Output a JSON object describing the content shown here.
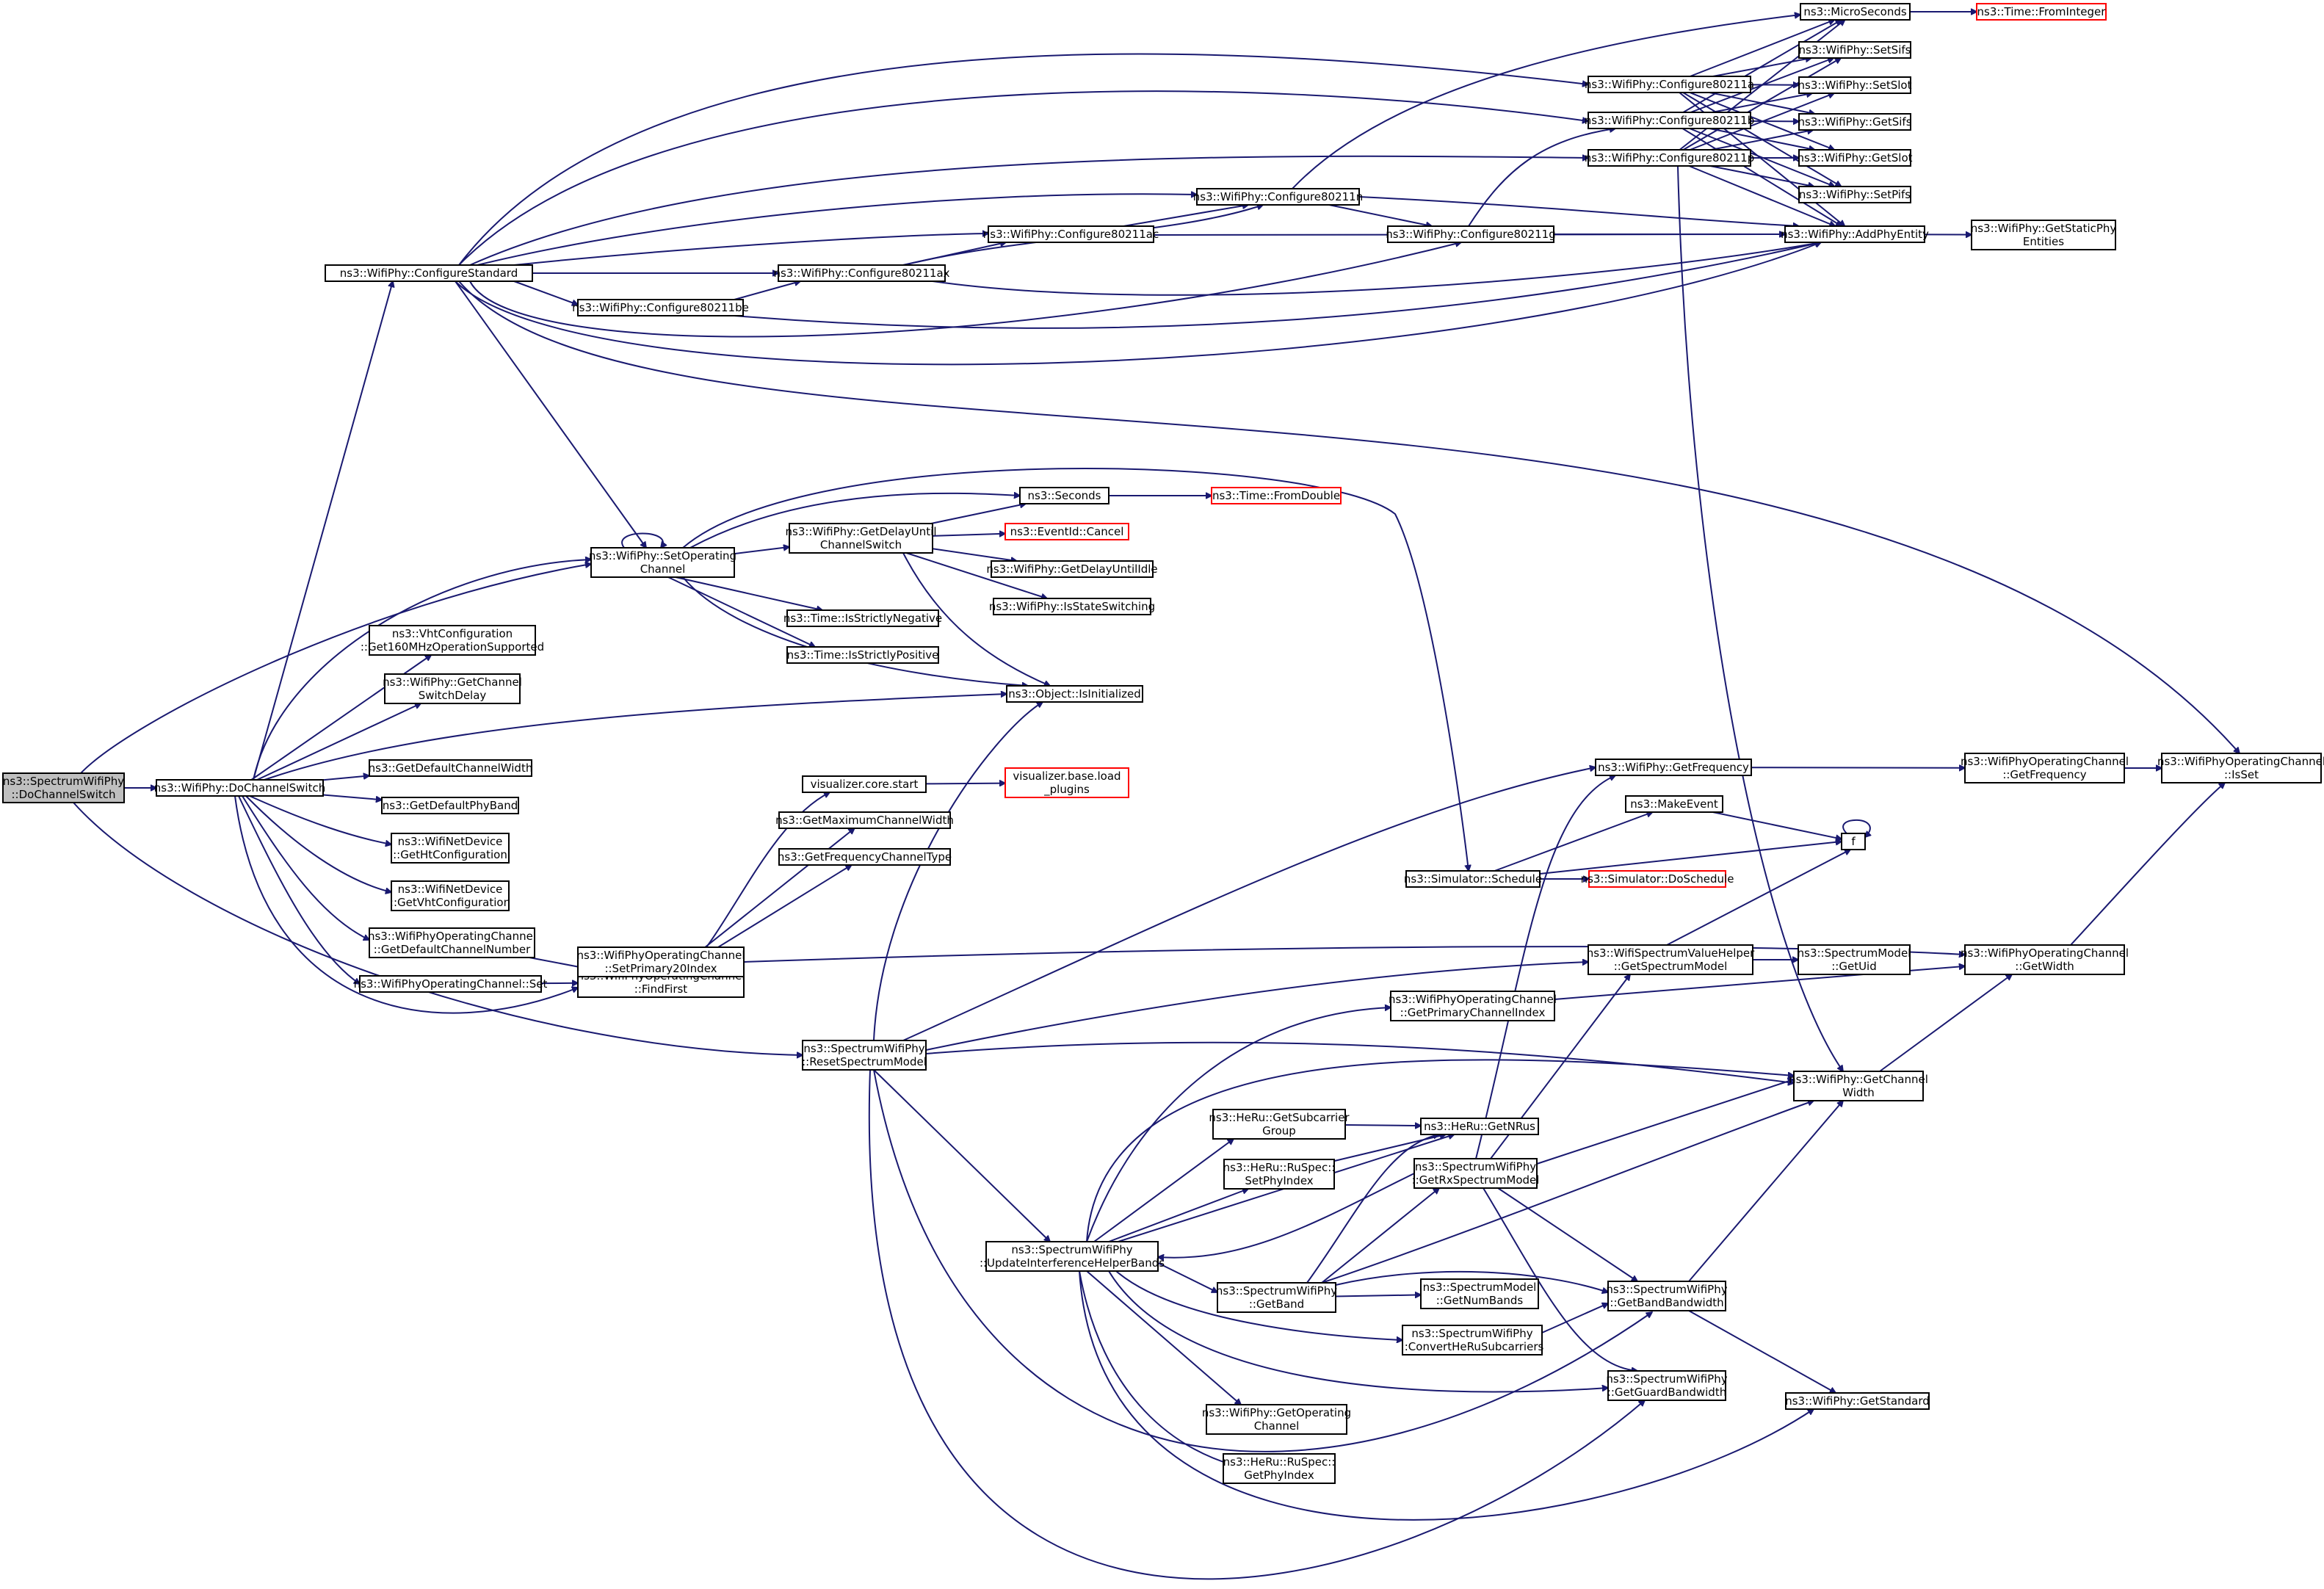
{
  "colors": {
    "edge": "#191970",
    "node_border": "#000000",
    "red_border": "#ff0000",
    "root_fill": "#bfbfbf"
  },
  "nodes": [
    {
      "id": "root",
      "lines": [
        "ns3::SpectrumWifiPhy",
        "::DoChannelSwitch"
      ],
      "style": "root"
    },
    {
      "id": "dochsw",
      "lines": [
        "ns3::WifiPhy::DoChannelSwitch"
      ]
    },
    {
      "id": "cfgstd",
      "lines": [
        "ns3::WifiPhy::ConfigureStandard"
      ]
    },
    {
      "id": "setop",
      "lines": [
        "ns3::WifiPhy::SetOperating",
        "Channel"
      ]
    },
    {
      "id": "vht160",
      "lines": [
        "ns3::VhtConfiguration",
        "::Get160MHzOperationSupported"
      ]
    },
    {
      "id": "getchsw",
      "lines": [
        "ns3::WifiPhy::GetChannel",
        "SwitchDelay"
      ]
    },
    {
      "id": "defcw",
      "lines": [
        "ns3::GetDefaultChannelWidth"
      ]
    },
    {
      "id": "defband",
      "lines": [
        "ns3::GetDefaultPhyBand"
      ]
    },
    {
      "id": "getht",
      "lines": [
        "ns3::WifiNetDevice",
        "::GetHtConfiguration"
      ]
    },
    {
      "id": "getvht",
      "lines": [
        "ns3::WifiNetDevice",
        "::GetVhtConfiguration"
      ]
    },
    {
      "id": "getdefchnum",
      "lines": [
        "ns3::WifiPhyOperatingChannel",
        "::GetDefaultChannelNumber"
      ]
    },
    {
      "id": "opchset",
      "lines": [
        "ns3::WifiPhyOperatingChannel::Set"
      ]
    },
    {
      "id": "findfirst",
      "lines": [
        "ns3::WifiPhyOperatingChannel",
        "::FindFirst"
      ]
    },
    {
      "id": "setprim",
      "lines": [
        "ns3::WifiPhyOperatingChannel",
        "::SetPrimary20Index"
      ]
    },
    {
      "id": "vizstart",
      "lines": [
        "visualizer.core.start"
      ]
    },
    {
      "id": "vizload",
      "lines": [
        "visualizer.base.load",
        "_plugins"
      ],
      "style": "red"
    },
    {
      "id": "getmaxcw",
      "lines": [
        "ns3::GetMaximumChannelWidth"
      ]
    },
    {
      "id": "getfct",
      "lines": [
        "ns3::GetFrequencyChannelType"
      ]
    },
    {
      "id": "getdelay",
      "lines": [
        "ns3::WifiPhy::GetDelayUntil",
        "ChannelSwitch"
      ]
    },
    {
      "id": "seconds",
      "lines": [
        "ns3::Seconds"
      ]
    },
    {
      "id": "fromdouble",
      "lines": [
        "ns3::Time::FromDouble"
      ],
      "style": "red"
    },
    {
      "id": "evcancel",
      "lines": [
        "ns3::EventId::Cancel"
      ],
      "style": "red"
    },
    {
      "id": "getdelayidle",
      "lines": [
        "ns3::WifiPhy::GetDelayUntilIdle"
      ]
    },
    {
      "id": "isstatesw",
      "lines": [
        "ns3::WifiPhy::IsStateSwitching"
      ]
    },
    {
      "id": "strneg",
      "lines": [
        "ns3::Time::IsStrictlyNegative"
      ]
    },
    {
      "id": "strpos",
      "lines": [
        "ns3::Time::IsStrictlyPositive"
      ]
    },
    {
      "id": "isinit",
      "lines": [
        "ns3::Object::IsInitialized"
      ]
    },
    {
      "id": "cfgbe",
      "lines": [
        "ns3::WifiPhy::Configure80211be"
      ]
    },
    {
      "id": "cfgax",
      "lines": [
        "ns3::WifiPhy::Configure80211ax"
      ]
    },
    {
      "id": "cfgac",
      "lines": [
        "ns3::WifiPhy::Configure80211ac"
      ]
    },
    {
      "id": "cfgn",
      "lines": [
        "ns3::WifiPhy::Configure80211n"
      ]
    },
    {
      "id": "cfgg",
      "lines": [
        "ns3::WifiPhy::Configure80211g"
      ]
    },
    {
      "id": "cfga",
      "lines": [
        "ns3::WifiPhy::Configure80211a"
      ]
    },
    {
      "id": "cfgb",
      "lines": [
        "ns3::WifiPhy::Configure80211b"
      ]
    },
    {
      "id": "cfgp",
      "lines": [
        "ns3::WifiPhy::Configure80211p"
      ]
    },
    {
      "id": "micro",
      "lines": [
        "ns3::MicroSeconds"
      ]
    },
    {
      "id": "fromint",
      "lines": [
        "ns3::Time::FromInteger"
      ],
      "style": "red"
    },
    {
      "id": "setsifs",
      "lines": [
        "ns3::WifiPhy::SetSifs"
      ]
    },
    {
      "id": "setslot",
      "lines": [
        "ns3::WifiPhy::SetSlot"
      ]
    },
    {
      "id": "getsifs",
      "lines": [
        "ns3::WifiPhy::GetSifs"
      ]
    },
    {
      "id": "getslot",
      "lines": [
        "ns3::WifiPhy::GetSlot"
      ]
    },
    {
      "id": "setpifs",
      "lines": [
        "ns3::WifiPhy::SetPifs"
      ]
    },
    {
      "id": "addphy",
      "lines": [
        "ns3::WifiPhy::AddPhyEntity"
      ]
    },
    {
      "id": "getstatic",
      "lines": [
        "ns3::WifiPhy::GetStaticPhy",
        "Entities"
      ]
    },
    {
      "id": "isset",
      "lines": [
        "ns3::WifiPhyOperatingChannel",
        "::IsSet"
      ]
    },
    {
      "id": "getfreq",
      "lines": [
        "ns3::WifiPhy::GetFrequency"
      ]
    },
    {
      "id": "opgetfreq",
      "lines": [
        "ns3::WifiPhyOperatingChannel",
        "::GetFrequency"
      ]
    },
    {
      "id": "makeevent",
      "lines": [
        "ns3::MakeEvent"
      ]
    },
    {
      "id": "f",
      "lines": [
        "f"
      ]
    },
    {
      "id": "schedule",
      "lines": [
        "ns3::Simulator::Schedule"
      ]
    },
    {
      "id": "dosched",
      "lines": [
        "ns3::Simulator::DoSchedule"
      ],
      "style": "red"
    },
    {
      "id": "getspecmodel",
      "lines": [
        "ns3::WifiSpectrumValueHelper",
        "::GetSpectrumModel"
      ]
    },
    {
      "id": "getuid",
      "lines": [
        "ns3::SpectrumModel",
        "::GetUid"
      ]
    },
    {
      "id": "opgetwidth",
      "lines": [
        "ns3::WifiPhyOperatingChannel",
        "::GetWidth"
      ]
    },
    {
      "id": "getprimidx",
      "lines": [
        "ns3::WifiPhyOperatingChannel",
        "::GetPrimaryChannelIndex"
      ]
    },
    {
      "id": "reset",
      "lines": [
        "ns3::SpectrumWifiPhy",
        "::ResetSpectrumModel"
      ]
    },
    {
      "id": "getcw",
      "lines": [
        "ns3::WifiPhy::GetChannel",
        "Width"
      ]
    },
    {
      "id": "getsubgroup",
      "lines": [
        "ns3::HeRu::GetSubcarrier",
        "Group"
      ]
    },
    {
      "id": "getnrus",
      "lines": [
        "ns3::HeRu::GetNRus"
      ]
    },
    {
      "id": "setphyidx",
      "lines": [
        "ns3::HeRu::RuSpec::",
        "SetPhyIndex"
      ]
    },
    {
      "id": "getrxspec",
      "lines": [
        "ns3::SpectrumWifiPhy",
        "::GetRxSpectrumModel"
      ]
    },
    {
      "id": "update",
      "lines": [
        "ns3::SpectrumWifiPhy",
        "::UpdateInterferenceHelperBands"
      ]
    },
    {
      "id": "getband",
      "lines": [
        "ns3::SpectrumWifiPhy",
        "::GetBand"
      ]
    },
    {
      "id": "getnumbands",
      "lines": [
        "ns3::SpectrumModel",
        "::GetNumBands"
      ]
    },
    {
      "id": "getbandbw",
      "lines": [
        "ns3::SpectrumWifiPhy",
        "::GetBandBandwidth"
      ]
    },
    {
      "id": "convert",
      "lines": [
        "ns3::SpectrumWifiPhy",
        "::ConvertHeRuSubcarriers"
      ]
    },
    {
      "id": "guardbw",
      "lines": [
        "ns3::SpectrumWifiPhy",
        "::GetGuardBandwidth"
      ]
    },
    {
      "id": "getstd",
      "lines": [
        "ns3::WifiPhy::GetStandard"
      ]
    },
    {
      "id": "getopch",
      "lines": [
        "ns3::WifiPhy::GetOperating",
        "Channel"
      ]
    },
    {
      "id": "getphyidx",
      "lines": [
        "ns3::HeRu::RuSpec::",
        "GetPhyIndex"
      ]
    }
  ],
  "edges": [
    [
      "root",
      "dochsw"
    ],
    [
      "root",
      "setop"
    ],
    [
      "root",
      "reset"
    ],
    [
      "dochsw",
      "cfgstd"
    ],
    [
      "dochsw",
      "setop"
    ],
    [
      "dochsw",
      "vht160"
    ],
    [
      "dochsw",
      "getchsw"
    ],
    [
      "dochsw",
      "defcw"
    ],
    [
      "dochsw",
      "defband"
    ],
    [
      "dochsw",
      "getht"
    ],
    [
      "dochsw",
      "getvht"
    ],
    [
      "dochsw",
      "getdefchnum"
    ],
    [
      "dochsw",
      "opchset"
    ],
    [
      "dochsw",
      "setprim"
    ],
    [
      "dochsw",
      "isinit"
    ],
    [
      "cfgstd",
      "cfga"
    ],
    [
      "cfgstd",
      "cfgb"
    ],
    [
      "cfgstd",
      "cfgp"
    ],
    [
      "cfgstd",
      "cfgn"
    ],
    [
      "cfgstd",
      "cfgac"
    ],
    [
      "cfgstd",
      "cfgax"
    ],
    [
      "cfgstd",
      "cfgbe"
    ],
    [
      "cfgstd",
      "cfgg"
    ],
    [
      "cfgstd",
      "addphy"
    ],
    [
      "cfgstd",
      "setop"
    ],
    [
      "cfgstd",
      "isset"
    ],
    [
      "cfgbe",
      "cfgax"
    ],
    [
      "cfgbe",
      "addphy"
    ],
    [
      "cfgax",
      "cfgac"
    ],
    [
      "cfgax",
      "cfgn"
    ],
    [
      "cfgax",
      "addphy"
    ],
    [
      "cfgac",
      "cfgn"
    ],
    [
      "cfgac",
      "addphy"
    ],
    [
      "cfgn",
      "cfgg"
    ],
    [
      "cfgn",
      "micro"
    ],
    [
      "cfgn",
      "addphy"
    ],
    [
      "cfgg",
      "cfgb"
    ],
    [
      "cfgg",
      "addphy"
    ],
    [
      "cfga",
      "micro"
    ],
    [
      "cfga",
      "setsifs"
    ],
    [
      "cfga",
      "setslot"
    ],
    [
      "cfga",
      "setpifs"
    ],
    [
      "cfga",
      "getsifs"
    ],
    [
      "cfga",
      "getslot"
    ],
    [
      "cfga",
      "addphy"
    ],
    [
      "cfgb",
      "micro"
    ],
    [
      "cfgb",
      "setsifs"
    ],
    [
      "cfgb",
      "setslot"
    ],
    [
      "cfgb",
      "setpifs"
    ],
    [
      "cfgb",
      "getsifs"
    ],
    [
      "cfgb",
      "getslot"
    ],
    [
      "cfgb",
      "addphy"
    ],
    [
      "cfgp",
      "micro"
    ],
    [
      "cfgp",
      "setsifs"
    ],
    [
      "cfgp",
      "setslot"
    ],
    [
      "cfgp",
      "setpifs"
    ],
    [
      "cfgp",
      "getsifs"
    ],
    [
      "cfgp",
      "getslot"
    ],
    [
      "cfgp",
      "addphy"
    ],
    [
      "cfgp",
      "getcw"
    ],
    [
      "micro",
      "fromint"
    ],
    [
      "addphy",
      "getstatic"
    ],
    [
      "setop",
      "setop"
    ],
    [
      "setop",
      "seconds"
    ],
    [
      "setop",
      "getdelay"
    ],
    [
      "setop",
      "strneg"
    ],
    [
      "setop",
      "strpos"
    ],
    [
      "setop",
      "isinit"
    ],
    [
      "setop",
      "schedule"
    ],
    [
      "getdelay",
      "seconds"
    ],
    [
      "getdelay",
      "evcancel"
    ],
    [
      "getdelay",
      "getdelayidle"
    ],
    [
      "getdelay",
      "isstatesw"
    ],
    [
      "getdelay",
      "isinit"
    ],
    [
      "seconds",
      "fromdouble"
    ],
    [
      "getdefchnum",
      "findfirst"
    ],
    [
      "opchset",
      "findfirst"
    ],
    [
      "findfirst",
      "vizstart"
    ],
    [
      "findfirst",
      "getmaxcw"
    ],
    [
      "findfirst",
      "getfct"
    ],
    [
      "vizstart",
      "vizload"
    ],
    [
      "setprim",
      "opgetwidth"
    ],
    [
      "schedule",
      "makeevent"
    ],
    [
      "schedule",
      "f"
    ],
    [
      "schedule",
      "dosched"
    ],
    [
      "makeevent",
      "f"
    ],
    [
      "f",
      "f"
    ],
    [
      "getfreq",
      "opgetfreq"
    ],
    [
      "opgetfreq",
      "isset"
    ],
    [
      "opgetwidth",
      "isset"
    ],
    [
      "getspecmodel",
      "f"
    ],
    [
      "getspecmodel",
      "getuid"
    ],
    [
      "getprimidx",
      "opgetwidth"
    ],
    [
      "getcw",
      "opgetwidth"
    ],
    [
      "reset",
      "isinit"
    ],
    [
      "reset",
      "getfreq"
    ],
    [
      "reset",
      "getspecmodel"
    ],
    [
      "reset",
      "getcw"
    ],
    [
      "reset",
      "update"
    ],
    [
      "reset",
      "getbandbw"
    ],
    [
      "reset",
      "guardbw"
    ],
    [
      "update",
      "getprimidx"
    ],
    [
      "update",
      "getcw"
    ],
    [
      "update",
      "getsubgroup"
    ],
    [
      "update",
      "setphyidx"
    ],
    [
      "update",
      "getnrus"
    ],
    [
      "update",
      "getband"
    ],
    [
      "update",
      "convert"
    ],
    [
      "update",
      "guardbw"
    ],
    [
      "update",
      "getopch"
    ],
    [
      "update",
      "getphyidx"
    ],
    [
      "update",
      "getstd"
    ],
    [
      "getsubgroup",
      "getnrus"
    ],
    [
      "setphyidx",
      "getnrus"
    ],
    [
      "getrxspec",
      "getfreq"
    ],
    [
      "getrxspec",
      "getspecmodel"
    ],
    [
      "getrxspec",
      "getcw"
    ],
    [
      "getrxspec",
      "update"
    ],
    [
      "getrxspec",
      "getbandbw"
    ],
    [
      "getrxspec",
      "guardbw"
    ],
    [
      "getband",
      "getnrus"
    ],
    [
      "getband",
      "getrxspec"
    ],
    [
      "getband",
      "getnumbands"
    ],
    [
      "getband",
      "getbandbw"
    ],
    [
      "getband",
      "getcw"
    ],
    [
      "convert",
      "getbandbw"
    ],
    [
      "getbandbw",
      "getcw"
    ],
    [
      "getbandbw",
      "getstd"
    ]
  ]
}
